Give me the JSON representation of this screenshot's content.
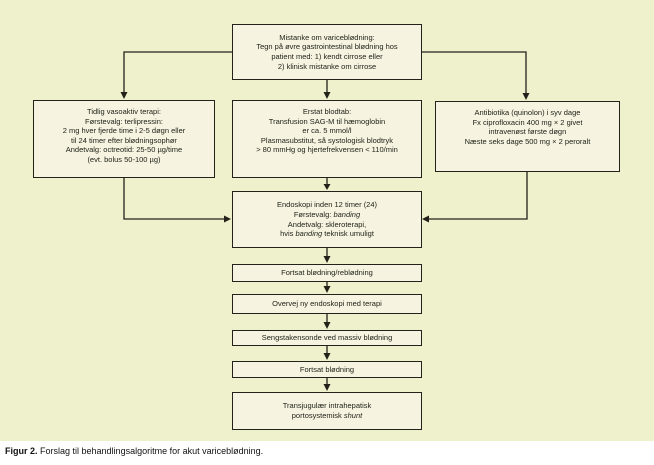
{
  "figure": {
    "caption_label": "Figur 2.",
    "caption_text": " Forslag til behandlingsalgoritme for akut variceblødning."
  },
  "colors": {
    "figure_bg": "#eff1cd",
    "box_fill": "#f6f4e0",
    "line": "#22221a"
  },
  "boxes": {
    "suspicion": {
      "lines": [
        "Mistanke om variceblødning:",
        "Tegn på øvre gastrointestinal blødning hos",
        "patient med: 1) kendt cirrose eller",
        "2) klinisk mistanke om cirrose"
      ]
    },
    "vasoactive": {
      "lines": [
        "Tidlig vasoaktiv terapi:",
        "Førstevalg: terlipressin:",
        "2 mg hver fjerde time i 2-5 døgn eller",
        "til 24 timer efter blødningsophør",
        "Andetvalg: octreotid: 25-50 µg/time",
        "(evt. bolus 50-100 µg)"
      ]
    },
    "blood_replacement": {
      "lines": [
        "Erstat blodtab:",
        "Transfusion SAG-M til hæmoglobin",
        "er ca. 5 mmol/l",
        "Plasmasubstitut, så systologisk blodtryk",
        "> 80 mmHg og hjertefrekvensen < 110/min"
      ]
    },
    "antibiotics": {
      "lines": [
        "Antibiotika (quinolon) i syv dage",
        "Fx ciprofloxacin 400 mg × 2 givet",
        "intravenøst første døgn",
        "Næste seks dage 500 mg × 2 peroralt"
      ]
    },
    "endoscopy": {
      "line1": "Endoskopi inden 12 timer (24)",
      "line2_prefix": "Førstevalg: ",
      "line2_italic": "banding",
      "line3": "Andetvalg: skleroterapi,",
      "line4_prefix": "hvis ",
      "line4_italic": "banding",
      "line4_suffix": " teknisk umuligt"
    },
    "continued_rebleeding": {
      "label": "Fortsat blødning/reblødning"
    },
    "repeat_endoscopy": {
      "label": "Overvej ny endoskopi med terapi"
    },
    "sengstaken": {
      "label": "Sengstakensonde ved massiv blødning"
    },
    "continued_bleeding": {
      "label": "Fortsat blødning"
    },
    "tips": {
      "line1": "Transjugulær intrahepatisk",
      "line2_prefix": "portosystemisk ",
      "line2_italic": "shunt"
    }
  }
}
